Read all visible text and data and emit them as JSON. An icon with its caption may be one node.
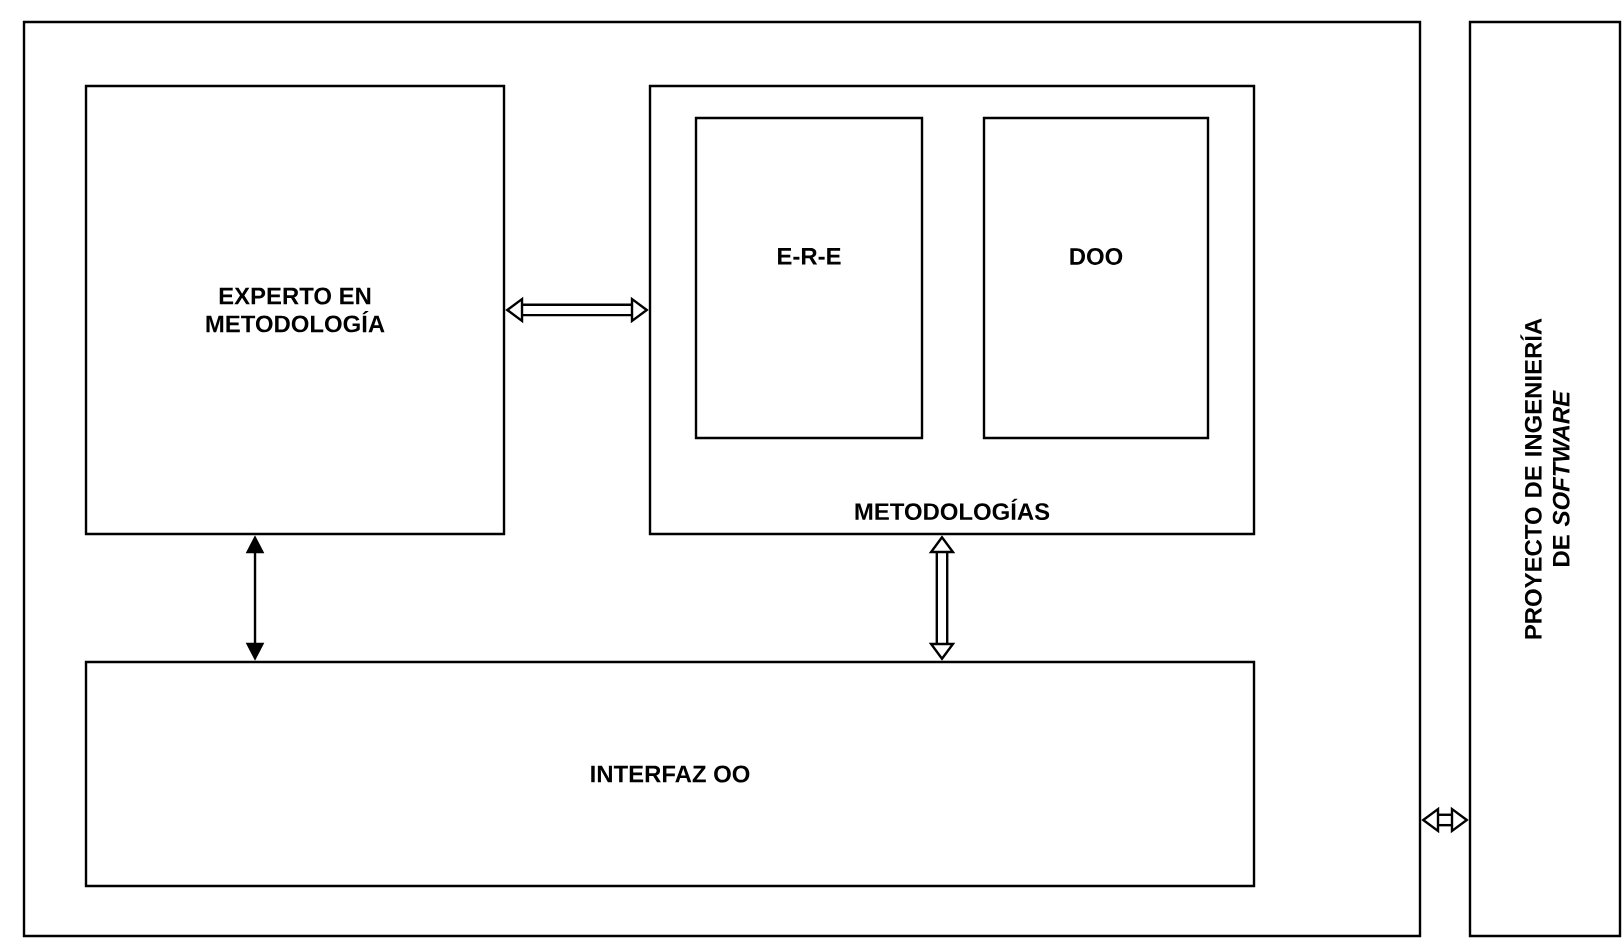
{
  "diagram": {
    "nodes": [
      {
        "text": [],
        "shape": "box"
      },
      {
        "text": [
          "EXPERTO EN METODOLOGÍA"
        ],
        "in": 0
      },
      {
        "text": [
          "METODOLOGÍAS"
        ],
        "in": 0
      },
      {
        "text": [
          "E-R-E"
        ],
        "in": 2
      },
      {
        "text": [
          "DOO"
        ],
        "in": 2
      },
      {
        "text": [
          "INTERFAZ OO"
        ],
        "in": 0
      },
      {
        "text": [
          "PROYECTO DE INGENIERÍA DE *SOFTWARE*"
        ]
      }
    ],
    "edges": [
      {
        "from": 1,
        "to": 2,
        "arrow": "both"
      },
      {
        "from": 1,
        "to": 5,
        "arrow": "both"
      },
      {
        "from": 2,
        "to": 5,
        "arrow": "both"
      },
      {
        "from": 0,
        "to": 6,
        "arrow": "both"
      }
    ]
  }
}
